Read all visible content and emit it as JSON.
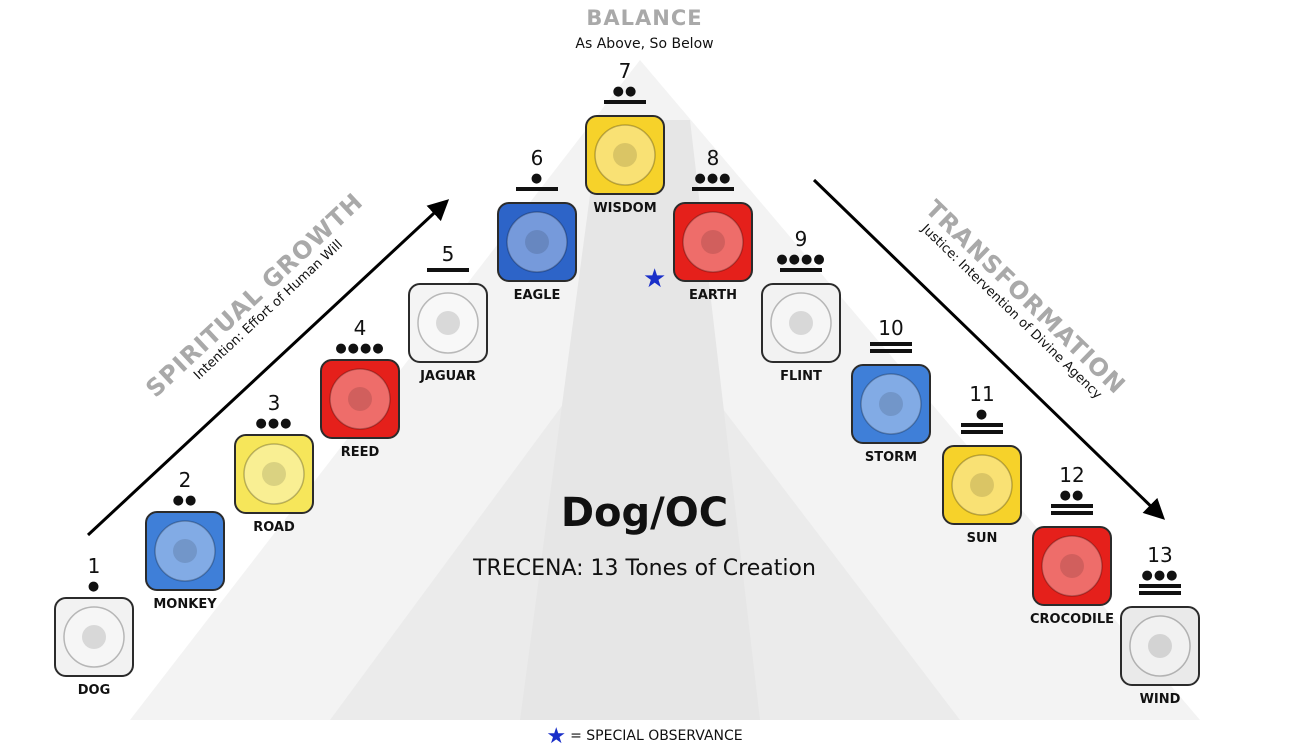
{
  "balance": {
    "title": "BALANCE",
    "subtitle": "As Above, So Below"
  },
  "left_arc": {
    "title": "SPIRITUAL GROWTH",
    "subtitle": "Intention: Effort of Human Will"
  },
  "right_arc": {
    "title": "TRANSFORMATION",
    "subtitle": "Justice: Intervention of Divine Agency"
  },
  "main": {
    "title": "Dog/OC",
    "subtitle": "TRECENA: 13 Tones of Creation"
  },
  "legend": {
    "star": "★",
    "text": "= SPECIAL OBSERVANCE"
  },
  "glyphs": [
    {
      "tone": "1",
      "name": "DOG",
      "dots": "●",
      "bars": 0,
      "color": "#f2f2f2"
    },
    {
      "tone": "2",
      "name": "MONKEY",
      "dots": "●●",
      "bars": 0,
      "color": "#3f7fd8"
    },
    {
      "tone": "3",
      "name": "ROAD",
      "dots": "●●●",
      "bars": 0,
      "color": "#f6e65a"
    },
    {
      "tone": "4",
      "name": "REED",
      "dots": "●●●●",
      "bars": 0,
      "color": "#e5201b"
    },
    {
      "tone": "5",
      "name": "JAGUAR",
      "dots": "",
      "bars": 1,
      "color": "#f4f4f4"
    },
    {
      "tone": "6",
      "name": "EAGLE",
      "dots": "●",
      "bars": 1,
      "color": "#2d64c8"
    },
    {
      "tone": "7",
      "name": "WISDOM",
      "dots": "●●",
      "bars": 1,
      "color": "#f6d22a"
    },
    {
      "tone": "8",
      "name": "EARTH",
      "dots": "●●●",
      "bars": 1,
      "color": "#e5201b",
      "special": true
    },
    {
      "tone": "9",
      "name": "FLINT",
      "dots": "●●●●",
      "bars": 1,
      "color": "#f2f2f2"
    },
    {
      "tone": "10",
      "name": "STORM",
      "dots": "",
      "bars": 2,
      "color": "#3f7fd8"
    },
    {
      "tone": "11",
      "name": "SUN",
      "dots": "●",
      "bars": 2,
      "color": "#f6d22a"
    },
    {
      "tone": "12",
      "name": "CROCODILE",
      "dots": "●●",
      "bars": 2,
      "color": "#e5201b"
    },
    {
      "tone": "13",
      "name": "WIND",
      "dots": "●●●",
      "bars": 2,
      "color": "#eaeaea"
    }
  ],
  "special_marker": "★"
}
